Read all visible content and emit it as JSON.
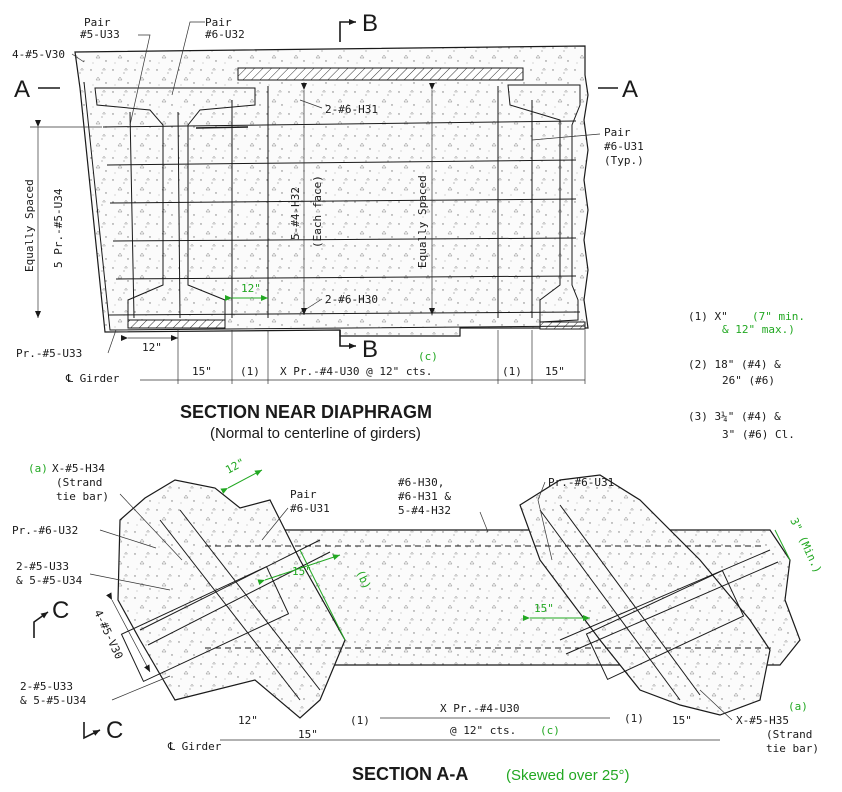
{
  "section_near_diaphragm": {
    "labels": {
      "pair_u33": [
        "Pair",
        "#5-U33"
      ],
      "pair_u32": [
        "Pair",
        "#6-U32"
      ],
      "v30": "4-#5-V30",
      "cut_a": "A",
      "cut_b": "B",
      "h31": "2-#6-H31",
      "h30": "2-#6-H30",
      "pair_u31": [
        "Pair",
        "#6-U31",
        "(Typ.)"
      ],
      "equally_spaced_left": "Equally Spaced",
      "u34": "5 Pr.-#5-U34",
      "h32": "5-#4-H32",
      "each_face": "(Each face)",
      "equally_spaced_mid": "Equally Spaced",
      "pr_u33": "Pr.-#5-U33",
      "girder": "℄ Girder",
      "dim_12": "12\"",
      "dim_12_green": "12\"",
      "dim_15_left": "15\"",
      "dim_1_left": "(1)",
      "spacing_text": "X Pr.-#4-U30 @ 12\" cts.",
      "spacing_note": "(c)",
      "dim_1_right": "(1)",
      "dim_15_right": "15\""
    },
    "title": "SECTION NEAR DIAPHRAGM",
    "subtitle": "(Normal to centerline of girders)"
  },
  "notes": {
    "n1_prefix": "(1) X\"",
    "n1_green_a": "(7\" min.",
    "n1_green_b": "& 12\" max.)",
    "n2_a": "(2) 18\" (#4) &",
    "n2_b": "26\" (#6)",
    "n3_a": "(3) 3¼\" (#4) &",
    "n3_b": "3\" (#6) Cl."
  },
  "section_aa": {
    "labels": {
      "h34_tag": "(a)",
      "h34": "X-#5-H34",
      "h34_b": "(Strand",
      "h34_c": "tie bar)",
      "dim_12_green": "12\"",
      "pair_u31": [
        "Pair",
        "#6-U31"
      ],
      "h30_group": [
        "#6-H30,",
        "#6-H31 &",
        "5-#4-H32"
      ],
      "pr_u31": "Pr.-#6-U31",
      "pr_u32": "Pr.-#6-U32",
      "u33_u34_top": [
        "2-#5-U33",
        "& 5-#5-U34"
      ],
      "dim_15_green": "15\"",
      "note_b": "(b)",
      "dim_15_green_right": "15\"",
      "min_3": "3\" (Min.)",
      "cut_c": "C",
      "v30": "4-#5-V30",
      "u33_u34_bottom": [
        "2-#5-U33",
        "& 5-#5-U34"
      ],
      "spacing_text": "X Pr.-#4-U30",
      "spacing_text_b": "@ 12\" cts.",
      "spacing_note": "(c)",
      "h35_tag": "(a)",
      "h35": "X-#5-H35",
      "h35_b": "(Strand",
      "h35_c": "tie bar)",
      "dim_12": "12\"",
      "dim_15_left": "15\"",
      "dim_1_left": "(1)",
      "dim_1_right": "(1)",
      "dim_15_right": "15\"",
      "girder": "℄ Girder"
    },
    "title": "SECTION A-A",
    "subtitle": "(Skewed over 25°)"
  },
  "colors": {
    "ink": "#1a1a1a",
    "green": "#22a822",
    "background": "#ffffff"
  }
}
